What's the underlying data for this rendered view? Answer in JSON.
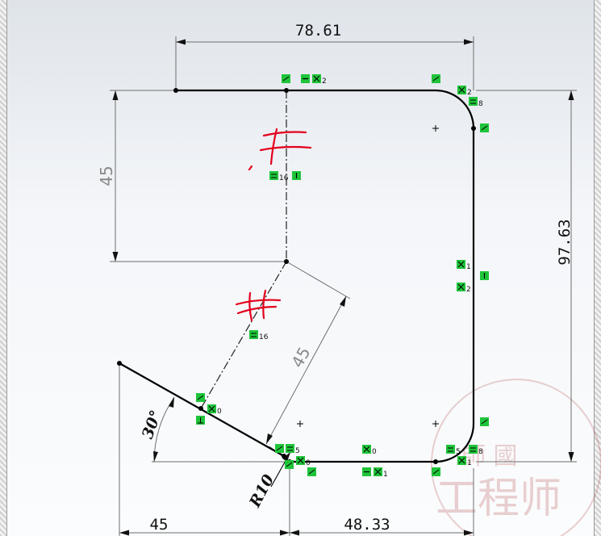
{
  "dimensions": {
    "top_width": "78.61",
    "left_height": "45",
    "right_height": "97.63",
    "slant_length": "45",
    "angle": "30°",
    "radius": "R10",
    "bottom_left": "45",
    "bottom_right": "48.33"
  },
  "relations": [
    {
      "id": "r-equal-a",
      "num": "2"
    },
    {
      "id": "r-coincident-b",
      "num": "2"
    },
    {
      "id": "r-tangent-a",
      "num": "8"
    },
    {
      "id": "r-equal-b",
      "num": "16"
    },
    {
      "id": "r-coincident-c",
      "num": "1"
    },
    {
      "id": "r-coincident-d",
      "num": "2"
    },
    {
      "id": "r-equal-c",
      "num": "16"
    },
    {
      "id": "r-coincident-e",
      "num": "0"
    },
    {
      "id": "r-equal-d",
      "num": "5"
    },
    {
      "id": "r-coincident-f",
      "num": "0"
    },
    {
      "id": "r-coincident-g",
      "num": "0"
    },
    {
      "id": "r-coincident-h",
      "num": "1"
    },
    {
      "id": "r-equal-e",
      "num": "5"
    },
    {
      "id": "r-tangent-b",
      "num": "8"
    },
    {
      "id": "r-coincident-i",
      "num": "1"
    }
  ],
  "watermark": {
    "top": "師 國",
    "bottom": "工程师"
  },
  "colors": {
    "geometry": "#000000",
    "dimension_line": "#6e6e6e",
    "relation_fill": "#1fc43a",
    "annotation": "#e3001b"
  }
}
